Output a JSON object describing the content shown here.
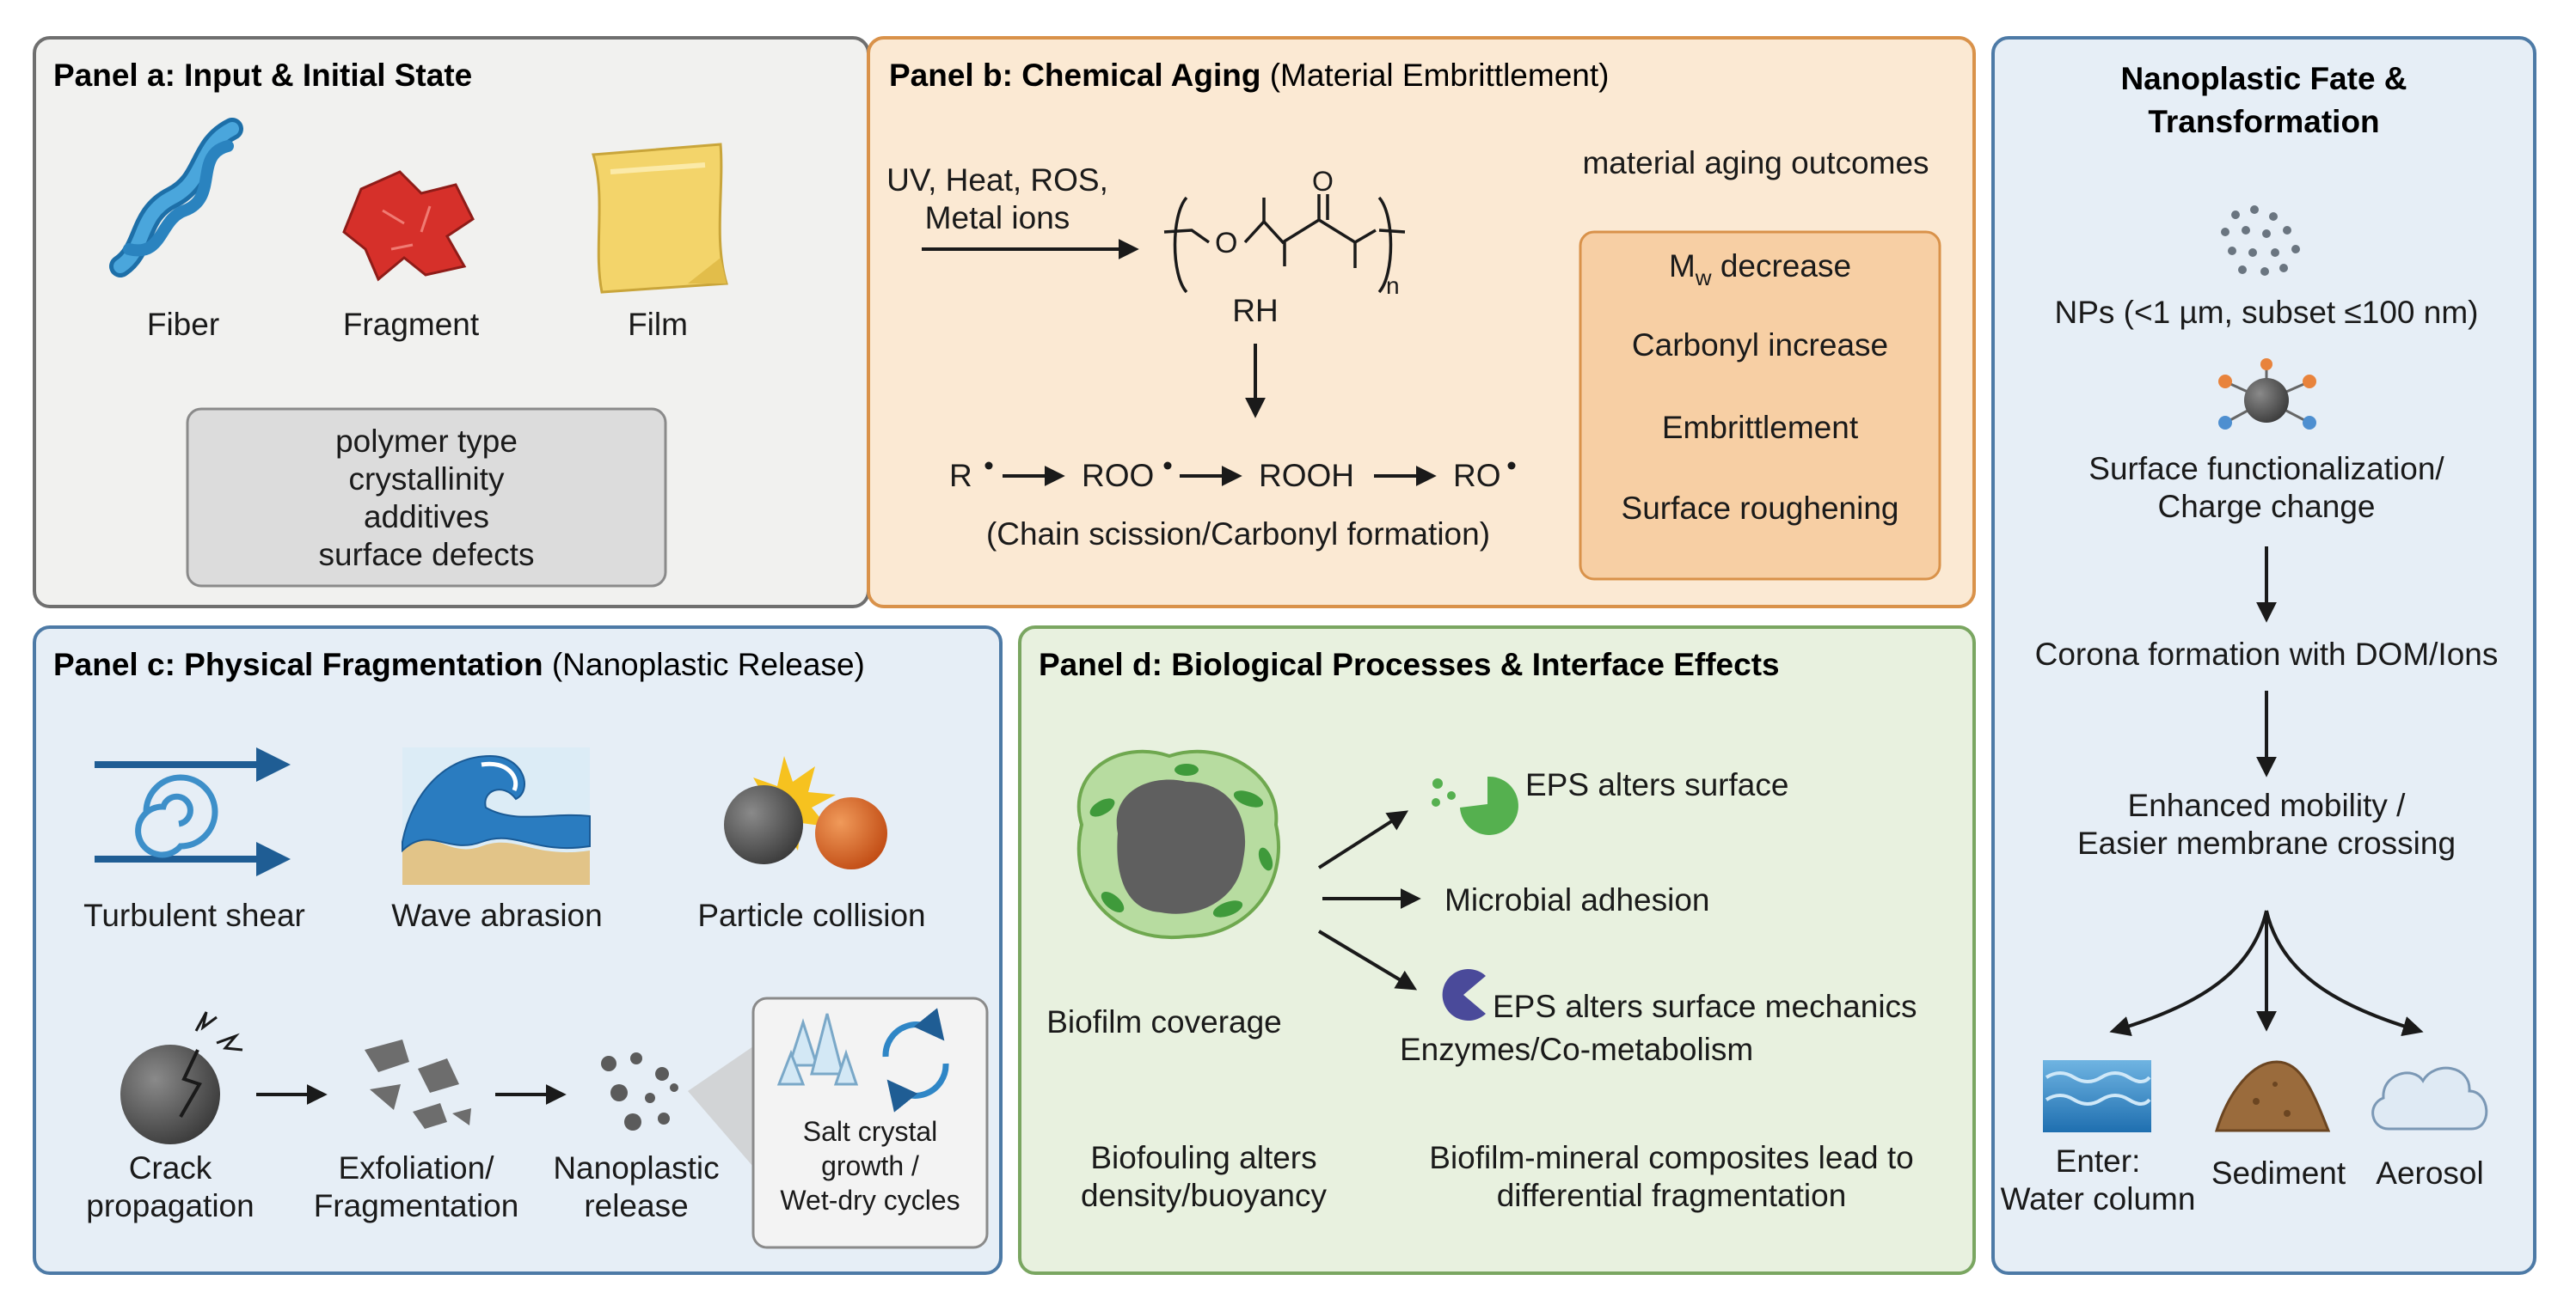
{
  "panel_a": {
    "title": "Panel a: Input & Initial State",
    "shapes": [
      {
        "label": "Fiber",
        "icon": "fiber-icon"
      },
      {
        "label": "Fragment",
        "icon": "fragment-icon"
      },
      {
        "label": "Film",
        "icon": "film-icon"
      }
    ],
    "properties": [
      "polymer type",
      "crystallinity",
      "additives",
      "surface defects"
    ]
  },
  "panel_b": {
    "title": "Panel b: Chemical Aging",
    "subtitle": "(Material Embrittlement)",
    "triggers": [
      "UV, Heat, ROS,",
      "Metal ions"
    ],
    "polymer_label": "RH",
    "polymer_subscript": "n",
    "radical_chain": [
      "R",
      "ROO",
      "ROOH",
      "RO"
    ],
    "chain_note": "(Chain scission/Carbonyl formation)",
    "outcomes_heading": "material aging outcomes",
    "outcomes": [
      "Mw decrease",
      "Carbonyl increase",
      "Embrittlement",
      "Surface roughening"
    ],
    "outcome_mw_main": "M",
    "outcome_mw_sub": "w",
    "outcome_mw_rest": " decrease"
  },
  "panel_c": {
    "title": "Panel c: Physical Fragmentation",
    "subtitle": "(Nanoplastic Release)",
    "mechanisms": [
      "Turbulent shear",
      "Wave abrasion",
      "Particle collision"
    ],
    "steps": [
      [
        "Crack",
        "propagation"
      ],
      [
        "Exfoliation/",
        "Fragmentation"
      ],
      [
        "Nanoplastic",
        "release"
      ]
    ],
    "inset": [
      "Salt crystal",
      "growth /",
      "Wet-dry cycles"
    ]
  },
  "panel_d": {
    "title": "Panel d: Biological Processes & Interface Effects",
    "biofilm_label": "Biofilm coverage",
    "effects": [
      "EPS alters surface",
      "Microbial adhesion",
      "EPS alters surface mechanics",
      "Enzymes/Co-metabolism"
    ],
    "bottom_left": [
      "Biofouling alters",
      "density/buoyancy"
    ],
    "bottom_right": [
      "Biofilm-mineral composites lead to",
      "differential fragmentation"
    ]
  },
  "panel_e": {
    "title": [
      "Nanoplastic Fate &",
      "Transformation"
    ],
    "nps": "NPs (<1 µm, subset ≤100 nm)",
    "functionalization": [
      "Surface functionalization/",
      "Charge change"
    ],
    "corona": "Corona formation with DOM/Ions",
    "mobility": [
      "Enhanced mobility /",
      "Easier membrane crossing"
    ],
    "destinations": [
      [
        "Enter:",
        "Water column"
      ],
      [
        "Sediment"
      ],
      [
        "Aerosol"
      ]
    ]
  },
  "colors": {
    "panel_a_bg": "#f1f1ef",
    "panel_a_border": "#6f6f6f",
    "panel_b_bg": "#fbe9d3",
    "panel_b_border": "#d9924a",
    "panel_c_bg": "#e6eef6",
    "panel_c_border": "#4d7aa6",
    "panel_d_bg": "#e8f1df",
    "panel_d_border": "#7aa661",
    "panel_e_bg": "#e6eef6",
    "panel_e_border": "#4d7aa6",
    "outcome_box": "#f7cfa4"
  }
}
